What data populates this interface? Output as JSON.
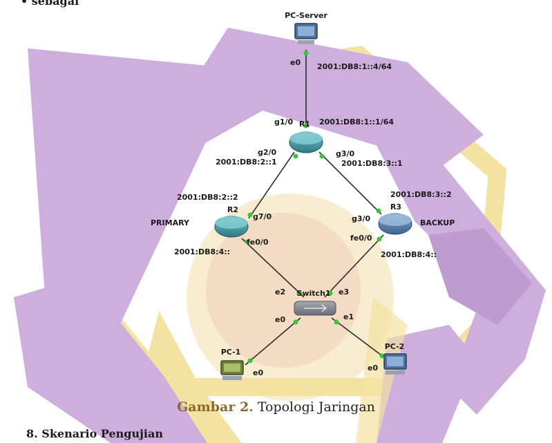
{
  "page": {
    "top_fragment": "• sebagai",
    "caption_label": "Gambar 2.",
    "caption_text": " Topologi Jaringan",
    "section_heading": "8. Skenario Pengujian"
  },
  "colors": {
    "watermark_purple": "#c9a6d9",
    "watermark_yellow": "#f6e4a0",
    "watermark_peach": "#f4c9a6",
    "router": "#3e8f9a",
    "link_endpoint": "#39c43a"
  },
  "nodes": {
    "pc_server": {
      "name": "PC-Server",
      "icon": "pc-icon"
    },
    "r1": {
      "name": "R1",
      "icon": "router-icon"
    },
    "r2": {
      "name": "R2",
      "role": "PRIMARY",
      "icon": "router-icon"
    },
    "r3": {
      "name": "R3",
      "role": "BACKUP",
      "icon": "router-icon"
    },
    "switch1": {
      "name": "Switch1",
      "icon": "switch-icon"
    },
    "pc1": {
      "name": "PC-1",
      "icon": "pc-icon"
    },
    "pc2": {
      "name": "PC-2",
      "icon": "pc-icon"
    }
  },
  "labels": {
    "pcserver_e0": "e0",
    "pcserver_addr": "2001:DB8:1::4/64",
    "r1_g10": "g1/0",
    "r1_addr_g10": "2001:DB8:1::1/64",
    "r1_g20": "g2/0",
    "r1_addr_g20": "2001:DB8:2::1",
    "r1_g30": "g3/0",
    "r1_addr_g30": "2001:DB8:3::1",
    "r2_addr_g70": "2001:DB8:2::2",
    "r2_g70": "g7/0",
    "r2_fe00": "fe0/0",
    "r2_addr_fe00": "2001:DB8:4::",
    "r3_addr_g30": "2001:DB8:3::2",
    "r3_g30": "g3/0",
    "r3_fe00": "fe0/0",
    "r3_addr_fe00": "2001:DB8:4::",
    "sw_e2": "e2",
    "sw_e3": "e3",
    "sw_e0": "e0",
    "sw_e1": "e1",
    "pc1_e0": "e0",
    "pc2_e0": "e0"
  }
}
